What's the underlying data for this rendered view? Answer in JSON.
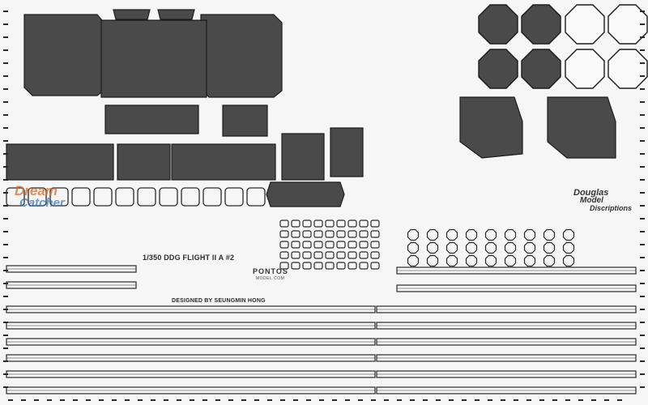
{
  "sheet": {
    "title": "1/350 DDG FLIGHT II A #2",
    "brand": "PONTOS",
    "brand_sub": "MODEL.COM",
    "designer": "DESIGNED BY SEUNGMIN HONG",
    "watermark_left_line1": "Dream",
    "watermark_left_line2": "Catcher",
    "watermark_right_line1": "Douglas",
    "watermark_right_line2": "Model",
    "watermark_right_line3": "Discriptions",
    "colors": {
      "background": "#f6f6f6",
      "panel": "#4a4a4a",
      "panel_edge": "#1c1c1c",
      "fret": "#2a2a2a"
    }
  }
}
